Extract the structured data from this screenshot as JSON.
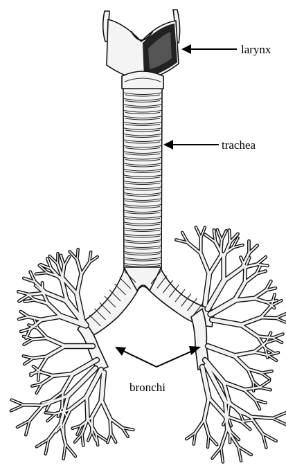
{
  "diagram": {
    "labels": {
      "larynx": "larynx",
      "trachea": "trachea",
      "bronchi": "bronchi"
    },
    "colors": {
      "ink": "#111111",
      "background": "#ffffff"
    }
  }
}
